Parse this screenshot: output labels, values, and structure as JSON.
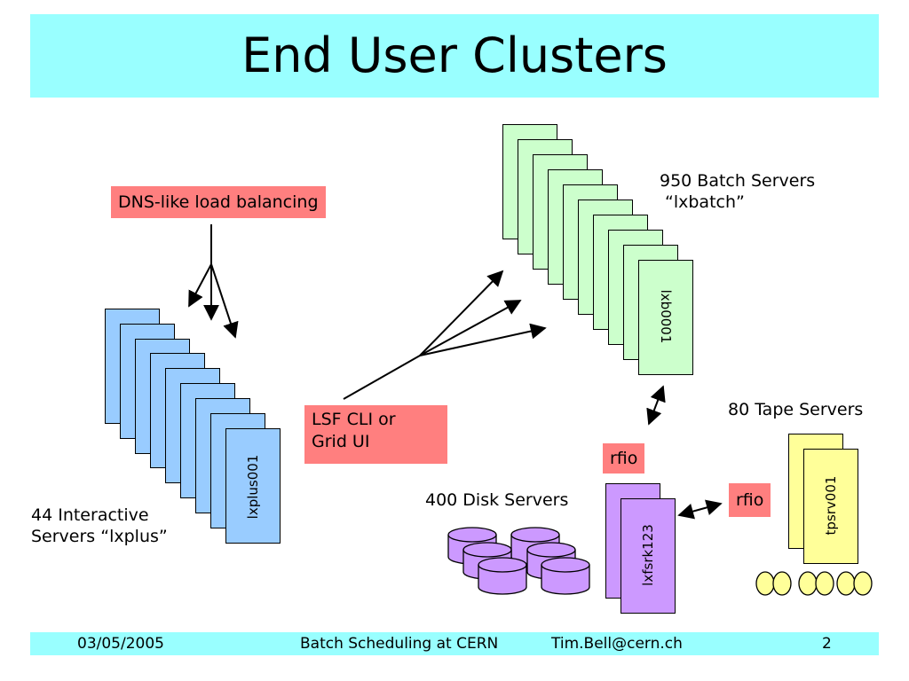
{
  "slide": {
    "title": "End User Clusters"
  },
  "labels": {
    "dns": "DNS-like load balancing",
    "lsf_line1": "LSF CLI or",
    "lsf_line2": "Grid UI",
    "batch_line1": "950 Batch Servers",
    "batch_line2": "“lxbatch”",
    "interactive_line1": "44 Interactive",
    "interactive_line2": "Servers “lxplus”",
    "tape": "80 Tape Servers",
    "disk": "400 Disk Servers",
    "rfio_disk": "rfio",
    "rfio_tape": "rfio"
  },
  "servers": {
    "lxplus": "lxplus001",
    "lxbatch": "lxb0001",
    "disk": "lxfsrk123",
    "tape": "tpsrv001"
  },
  "colors": {
    "title_bg": "#99ffff",
    "label_bg": "#ff7f7f",
    "lxplus": "#99ccff",
    "lxbatch": "#ccffcc",
    "disk": "#cc99ff",
    "tape": "#ffff99"
  },
  "footer": {
    "date": "03/05/2005",
    "talk": "Batch Scheduling at CERN",
    "email": "Tim.Bell@cern.ch",
    "page": "2"
  }
}
